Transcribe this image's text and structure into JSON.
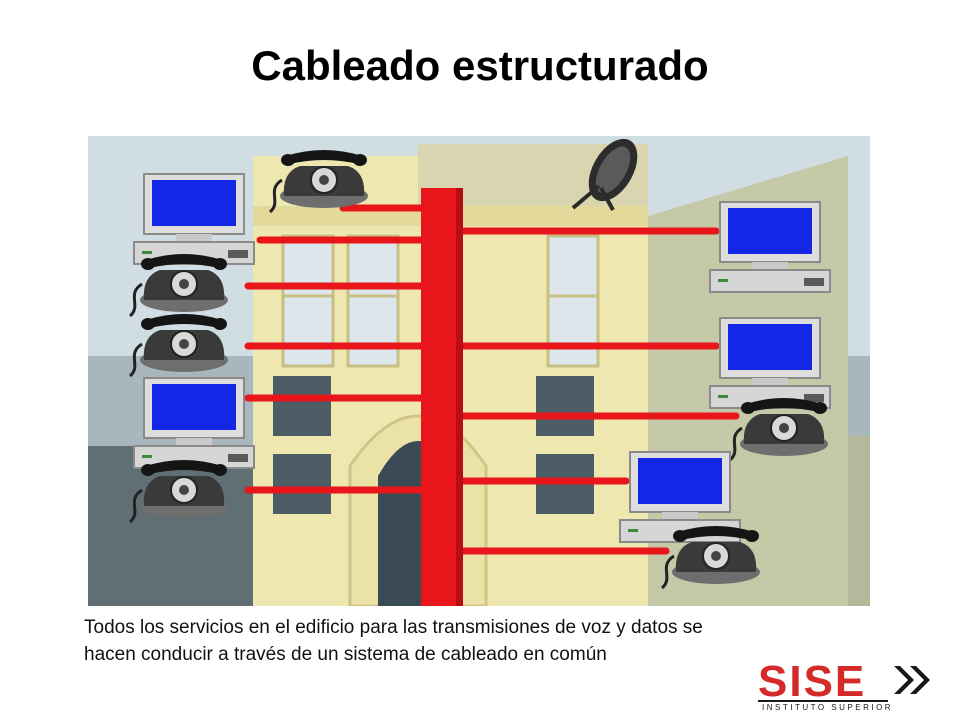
{
  "slide": {
    "title": "Cableado estructurado",
    "caption_line1": "Todos los servicios en el edificio para las transmisiones de voz y datos se",
    "caption_line2": "hacen conducir a través de un sistema de cableado en común"
  },
  "logo": {
    "wordmark": "SISE",
    "tagline": "INSTITUTO SUPERIOR"
  },
  "colors": {
    "cable_red": "#e8151b",
    "screen_blue": "#1426e6",
    "building_cream": "#efe7b0",
    "logo_red": "#d42a2a"
  },
  "icons": [
    "telephone-icon",
    "computer-icon",
    "satellite-dish-icon",
    "building-icon"
  ]
}
